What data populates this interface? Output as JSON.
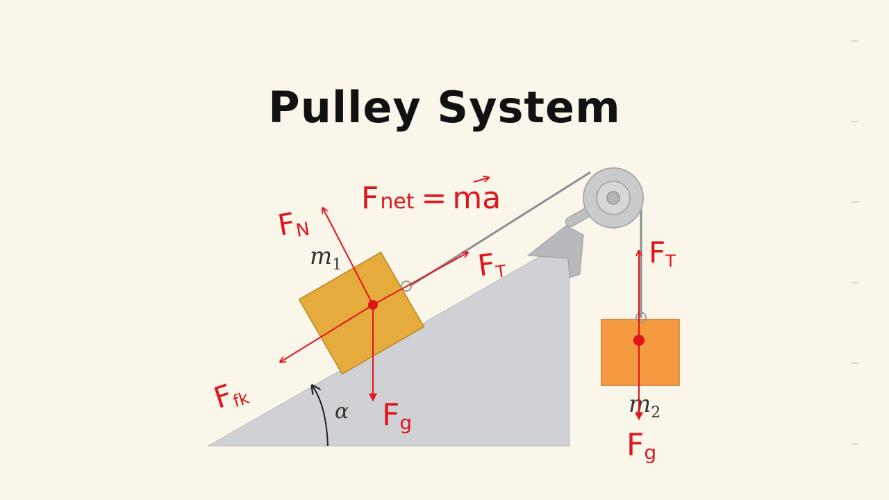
{
  "title": "Pulley System",
  "equation": {
    "lhs_main": "F",
    "lhs_sub": "net",
    "eq": "=",
    "rhs": "ma"
  },
  "labels": {
    "m1_main": "m",
    "m1_sub": "1",
    "m2_main": "m",
    "m2_sub": "2",
    "alpha": "α",
    "fn_main": "F",
    "fn_sub": "N",
    "ft1_main": "F",
    "ft1_sub": "T",
    "ft2_main": "F",
    "ft2_sub": "T",
    "ffk_main": "F",
    "ffk_sub": "fk",
    "fg1_main": "F",
    "fg1_sub": "g",
    "fg2_main": "F",
    "fg2_sub": "g"
  },
  "colors": {
    "arrow": "#e0141b",
    "incline": "#cfd1d4",
    "block1": "#e5ac3d",
    "block2": "#f59a40",
    "pulley": "#c8c9cb"
  }
}
